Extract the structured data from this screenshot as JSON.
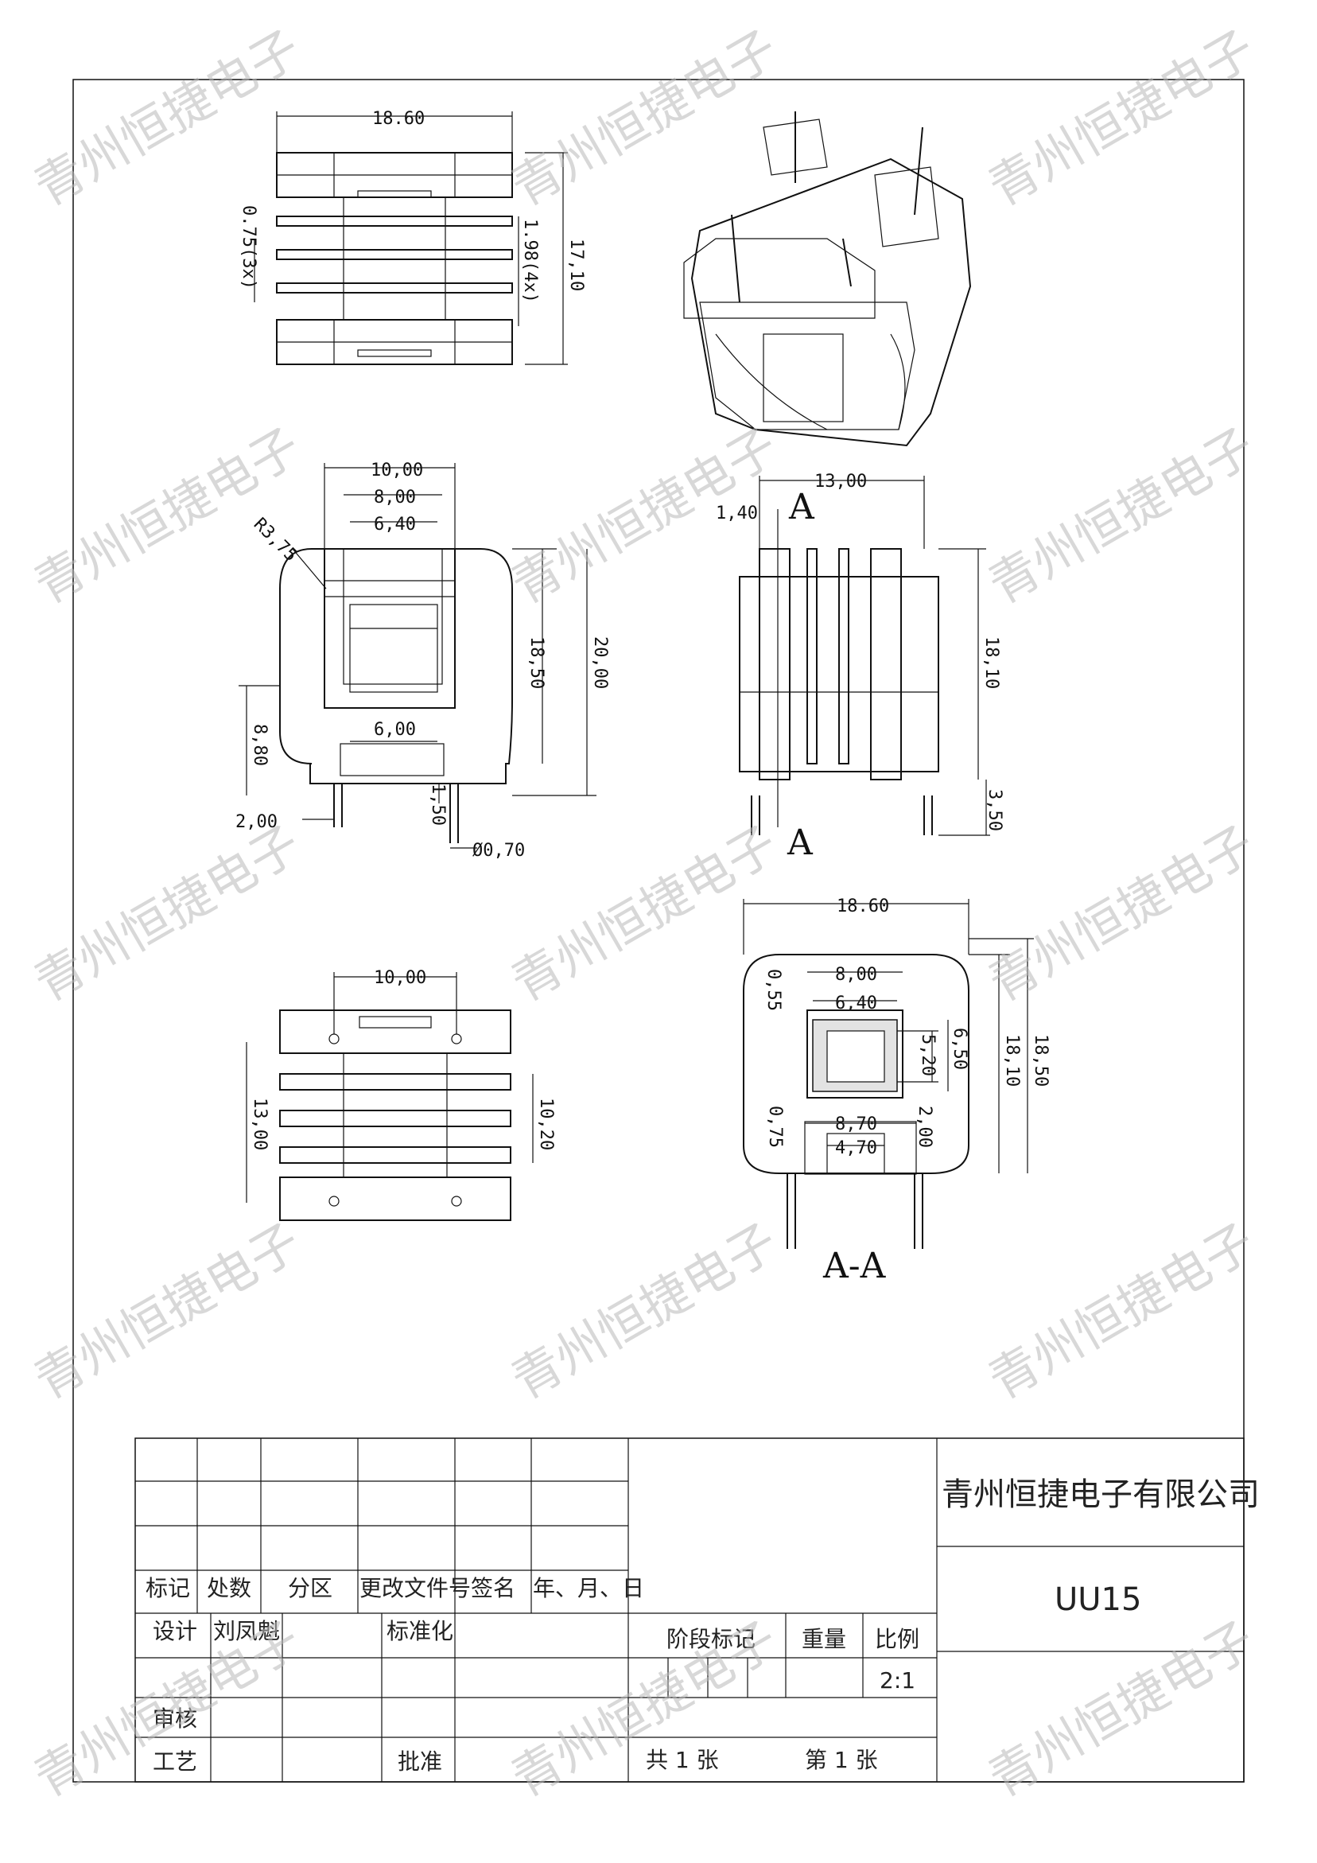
{
  "drawing": {
    "top_view": {
      "width": "18.60",
      "pin_pitch": "0.75(3x)",
      "flange_gap": "1.98(4x)",
      "height": "17,10"
    },
    "front_view": {
      "radius": "R3,75",
      "outer_width": "10,00",
      "mid_width": "8,00",
      "inner_width": "6,40",
      "bottom_window": "6,00",
      "inner_height": "18,50",
      "total_height": "20,00",
      "base_height": "8,80",
      "pin_offset": "2,00",
      "pin_step": "1,50",
      "pin_diameter": "Ø0,70"
    },
    "side_view": {
      "depth": "13,00",
      "flange": "1,40",
      "height": "18,10",
      "pin_length": "3,50",
      "section_marker_top": "A",
      "section_marker_bottom": "A"
    },
    "bottom_view": {
      "pin_span": "10,00",
      "depth": "13,00",
      "inner_depth": "10,20"
    },
    "section_view": {
      "title": "A-A",
      "width": "18.60",
      "outer_window": "8,00",
      "inner_window": "6,40",
      "wall": "0,55",
      "window_height": "5,20",
      "outer_height": "6,50",
      "body_height": "18,10",
      "total_height": "18,50",
      "base_thickness": "0,75",
      "base_width": "8,70",
      "slot_width": "4,70",
      "slot_height": "2,00"
    }
  },
  "title_block": {
    "company": "青州恒捷电子有限公司",
    "part_number": "UU15",
    "headers": [
      "标记",
      "处数",
      "分区",
      "更改文件号",
      "签名",
      "年、月、日"
    ],
    "design_label": "设计",
    "designer": "刘凤魁",
    "standardization_label": "标准化",
    "review_label": "审核",
    "process_label": "工艺",
    "approve_label": "批准",
    "stage_label": "阶段标记",
    "weight_label": "重量",
    "scale_label": "比例",
    "scale_value": "2:1",
    "sheets_total": "共 1 张",
    "sheet_number": "第 1 张"
  },
  "watermark": "青州恒捷电子"
}
